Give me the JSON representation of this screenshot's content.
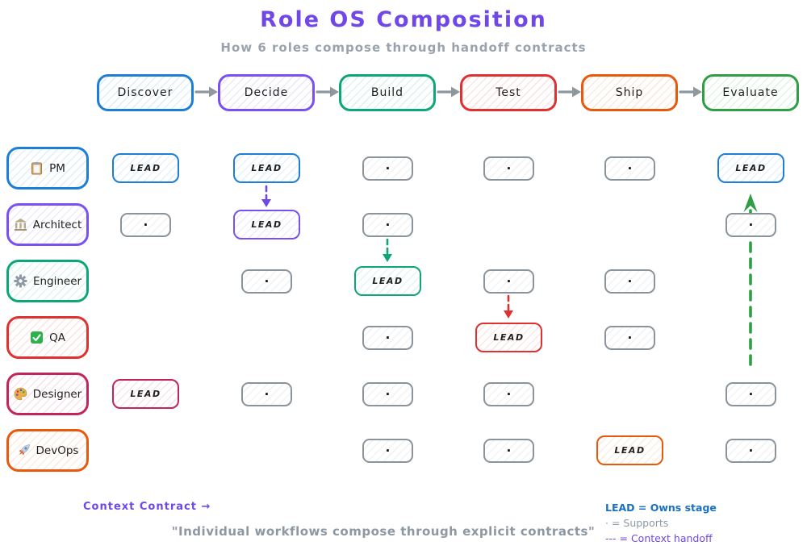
{
  "title": "Role OS Composition",
  "subtitle": "How 6 roles compose through handoff contracts",
  "stages": [
    {
      "label": "Discover",
      "color": "#1c7ed6"
    },
    {
      "label": "Decide",
      "color": "#7950f2"
    },
    {
      "label": "Build",
      "color": "#0ca678"
    },
    {
      "label": "Test",
      "color": "#e03131"
    },
    {
      "label": "Ship",
      "color": "#e8590c"
    },
    {
      "label": "Evaluate",
      "color": "#2f9e44"
    }
  ],
  "roles": [
    {
      "label": "PM",
      "icon": "clipboard-icon",
      "icon_glyph": "📋",
      "color": "#1c7ed6",
      "cells": [
        "LEAD",
        "LEAD",
        "dot",
        "dot",
        "dot",
        "LEAD"
      ]
    },
    {
      "label": "Architect",
      "icon": "classical-building-icon",
      "icon_glyph": "🏛️",
      "color": "#7950f2",
      "cells": [
        "dot",
        "LEAD",
        "dot",
        "",
        "",
        "dot"
      ]
    },
    {
      "label": "Engineer",
      "icon": "gear-icon",
      "icon_glyph": "⚙️",
      "color": "#0ca678",
      "cells": [
        "",
        "dot",
        "LEAD",
        "dot",
        "dot",
        ""
      ]
    },
    {
      "label": "QA",
      "icon": "check-mark-icon",
      "icon_glyph": "✅",
      "color": "#e03131",
      "cells": [
        "",
        "",
        "dot",
        "LEAD",
        "dot",
        ""
      ]
    },
    {
      "label": "Designer",
      "icon": "palette-icon",
      "icon_glyph": "🎨",
      "color": "#c2255c",
      "cells": [
        "LEAD",
        "dot",
        "dot",
        "dot",
        "",
        "dot"
      ]
    },
    {
      "label": "DevOps",
      "icon": "rocket-icon",
      "icon_glyph": "🚀",
      "color": "#e8590c",
      "cells": [
        "",
        "",
        "dot",
        "dot",
        "LEAD",
        "dot"
      ]
    }
  ],
  "cell_labels": {
    "lead": "LEAD",
    "support": "·"
  },
  "handoffs": [
    {
      "from_role": "PM",
      "to_role": "Architect",
      "stage": "Decide",
      "direction": "down",
      "color": "#7048e8"
    },
    {
      "from_role": "Architect",
      "to_role": "Engineer",
      "stage": "Build",
      "direction": "down",
      "color": "#0ca678"
    },
    {
      "from_role": "Engineer",
      "to_role": "QA",
      "stage": "Test",
      "direction": "down",
      "color": "#e03131"
    },
    {
      "from_role": "Designer",
      "to_role": "PM",
      "stage": "Evaluate",
      "direction": "up",
      "color": "#2f9e44"
    }
  ],
  "footer": {
    "context_contract": "Context Contract →",
    "context_contract_color": "#7048e8",
    "quote": "\"Individual workflows compose through explicit contracts\"",
    "legend": [
      {
        "text": "LEAD = Owns stage",
        "color": "#1971c2"
      },
      {
        "text": "· = Supports",
        "color": "#8d99a5"
      },
      {
        "text": "--- = Context handoff",
        "color": "#7048e8"
      }
    ]
  },
  "ui_colors": {
    "stage_arrow_gray": "#8e979e",
    "support_gray": "#8b939b"
  }
}
